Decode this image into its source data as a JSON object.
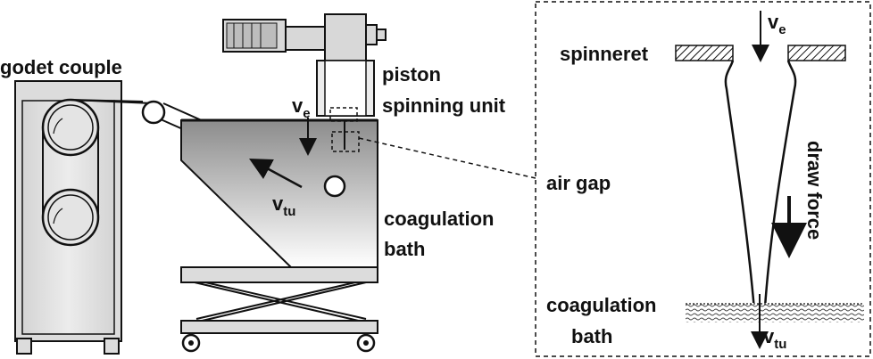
{
  "labels": {
    "godet_couple": "godet couple",
    "piston_line1": "piston",
    "piston_line2": "spinning unit",
    "coag_bath_line1": "coagulation",
    "coag_bath_line2": "bath",
    "air_gap": "air gap",
    "spinneret": "spinneret",
    "draw_force": "draw force",
    "inset_coag_line1": "coagulation",
    "inset_coag_line2": "bath"
  },
  "velocities": {
    "ve_main": {
      "base": "v",
      "sub": "e"
    },
    "vtu_main": {
      "base": "v",
      "sub": "tu"
    },
    "ve_inset": {
      "base": "v",
      "sub": "e"
    },
    "vtu_inset": {
      "base": "v",
      "sub": "tu"
    }
  },
  "colors": {
    "stroke": "#111111",
    "bath_top": "#8c8c8c",
    "bath_bottom": "#ffffff",
    "inset_border": "#111111"
  }
}
